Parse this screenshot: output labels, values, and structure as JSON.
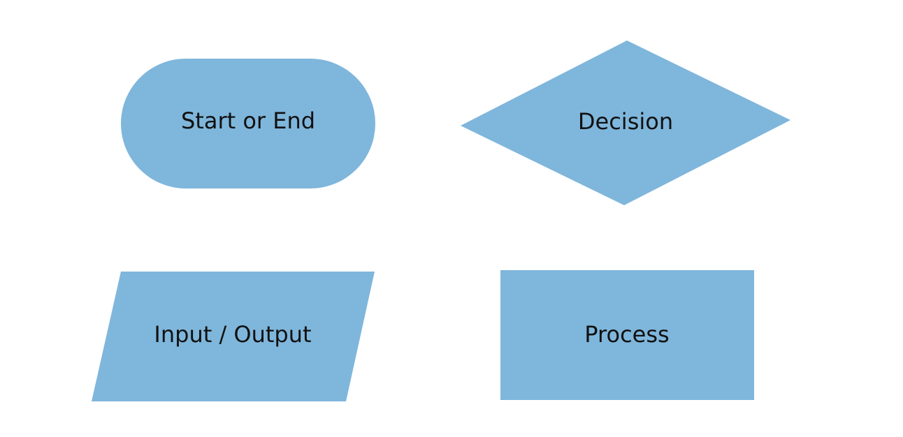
{
  "colors": {
    "background": "#ffffff",
    "shape_fill": "#7fb6dc",
    "text": "#111111"
  },
  "shapes": {
    "terminator": {
      "kind": "rounded-rectangle",
      "label": "Start or End"
    },
    "decision": {
      "kind": "diamond",
      "label": "Decision"
    },
    "input_output": {
      "kind": "parallelogram",
      "label": "Input / Output"
    },
    "process": {
      "kind": "rectangle",
      "label": "Process"
    }
  }
}
